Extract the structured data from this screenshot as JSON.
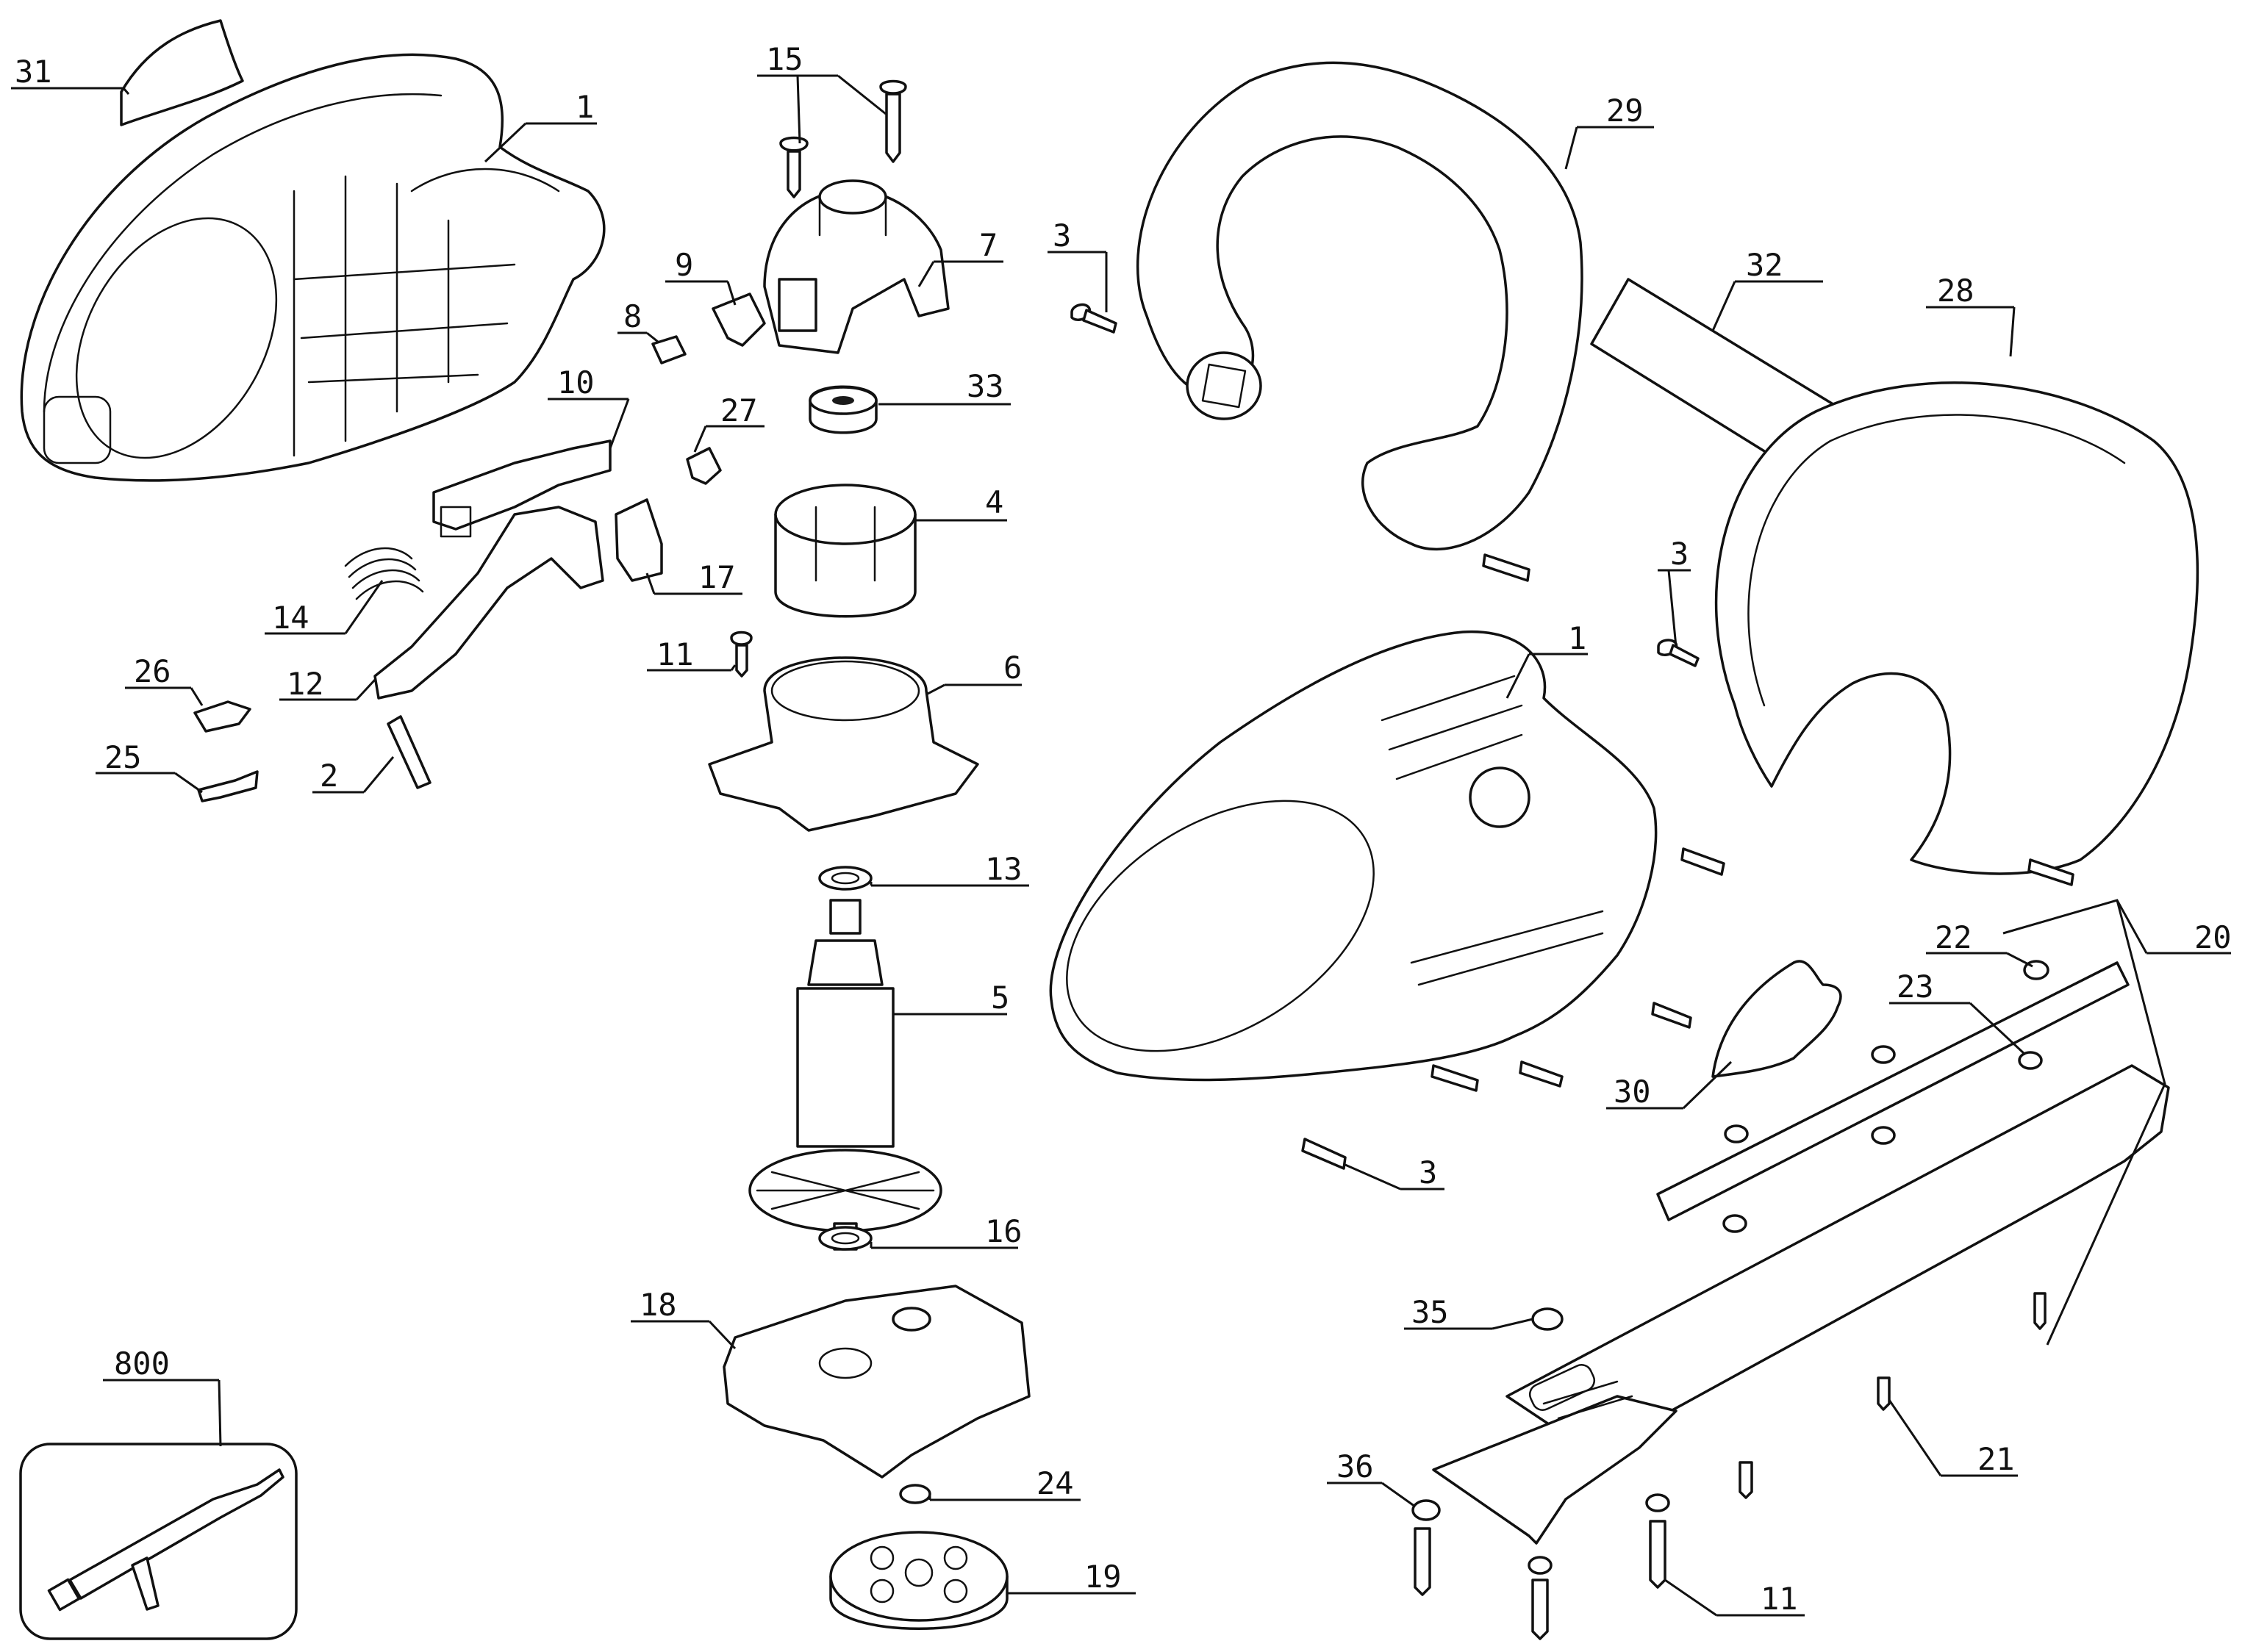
{
  "diagram": {
    "callouts": [
      {
        "id": "31"
      },
      {
        "id": "1"
      },
      {
        "id": "15"
      },
      {
        "id": "9"
      },
      {
        "id": "7"
      },
      {
        "id": "3"
      },
      {
        "id": "29"
      },
      {
        "id": "32"
      },
      {
        "id": "28"
      },
      {
        "id": "8"
      },
      {
        "id": "33"
      },
      {
        "id": "10"
      },
      {
        "id": "27"
      },
      {
        "id": "4"
      },
      {
        "id": "17"
      },
      {
        "id": "3"
      },
      {
        "id": "14"
      },
      {
        "id": "11"
      },
      {
        "id": "6"
      },
      {
        "id": "1"
      },
      {
        "id": "26"
      },
      {
        "id": "12"
      },
      {
        "id": "25"
      },
      {
        "id": "2"
      },
      {
        "id": "13"
      },
      {
        "id": "20"
      },
      {
        "id": "22"
      },
      {
        "id": "23"
      },
      {
        "id": "5"
      },
      {
        "id": "30"
      },
      {
        "id": "3"
      },
      {
        "id": "16"
      },
      {
        "id": "18"
      },
      {
        "id": "35"
      },
      {
        "id": "800"
      },
      {
        "id": "24"
      },
      {
        "id": "36"
      },
      {
        "id": "21"
      },
      {
        "id": "19"
      },
      {
        "id": "11"
      }
    ]
  }
}
